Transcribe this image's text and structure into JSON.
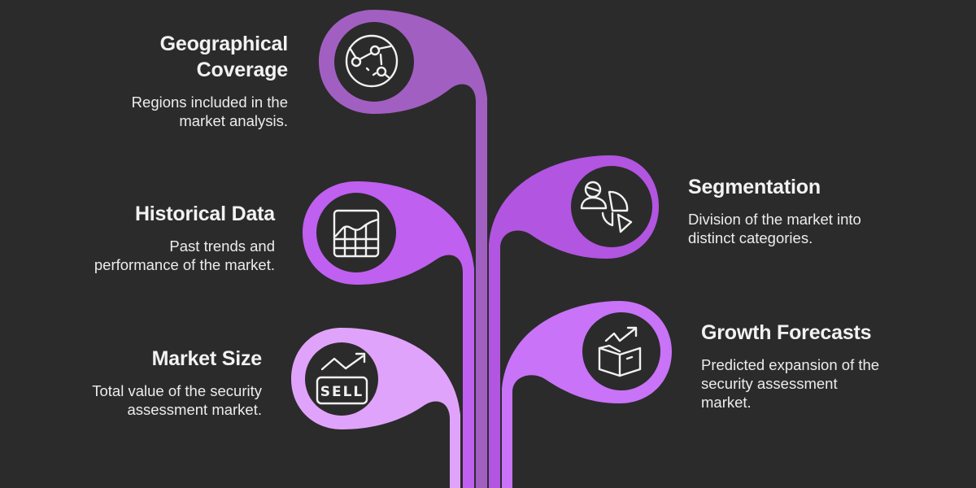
{
  "diagram": {
    "background": "#2b2b2b",
    "items": [
      {
        "title": "Geographical Coverage",
        "title_line1": "Geographical",
        "title_line2": "Coverage",
        "description_line1": "Regions included in the",
        "description_line2": "market analysis.",
        "icon": "globe-network-icon",
        "color": "#A25FC2",
        "side": "left"
      },
      {
        "title": "Historical Data",
        "description_line1": "Past trends and",
        "description_line2": "performance of the market.",
        "icon": "area-chart-grid-icon",
        "color": "#BF60F0",
        "side": "left"
      },
      {
        "title": "Market Size",
        "description_line1": "Total value of the security",
        "description_line2": "assessment market.",
        "icon": "sell-trend-icon",
        "icon_text": "SELL",
        "color": "#E0A3FB",
        "side": "left"
      },
      {
        "title": "Segmentation",
        "description_line1": "Division of the market into",
        "description_line2": "distinct categories.",
        "icon": "user-pie-chart-icon",
        "color": "#B255E0",
        "side": "right"
      },
      {
        "title": "Growth Forecasts",
        "description_line1": "Predicted expansion of the",
        "description_line2": "security assessment",
        "description_line3": "market.",
        "icon": "box-growth-icon",
        "color": "#C873F8",
        "side": "right"
      }
    ]
  }
}
